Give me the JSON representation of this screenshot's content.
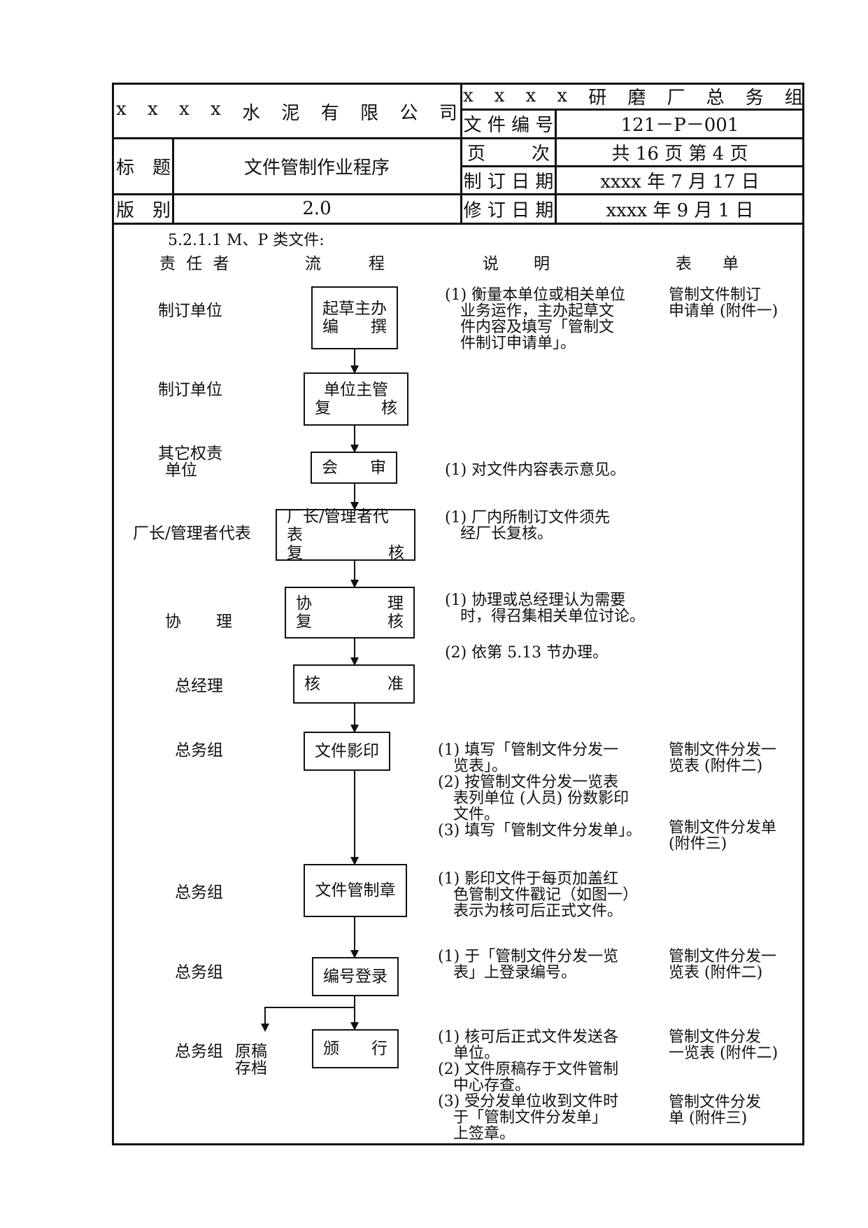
{
  "header": {
    "company": "x x x x 水 泥 有 限 公 司",
    "dept": [
      "x",
      "x",
      "x",
      "x",
      "研",
      "磨",
      "厂",
      "总",
      "务",
      "组"
    ],
    "doc_no_label": "文 件 编 号",
    "doc_no": "121－P－001",
    "title_label": "标　题",
    "title": "文件管制作业程序",
    "page_label": [
      "页",
      "次"
    ],
    "page_value": "共 16 页 第 4 页",
    "made_label": "制 订 日 期",
    "made_value": "xxxx 年 7 月 17 日",
    "version_label": "版　别",
    "version": "2.0",
    "revised_label": "修 订 日 期",
    "revised_value": "xxxx 年 9 月 1 日"
  },
  "section": "5.2.1.1 M、P 类文件:",
  "columns": {
    "responsible": "责 任 者",
    "flow": [
      "流",
      "程"
    ],
    "desc": [
      "说",
      "明"
    ],
    "form": [
      "表",
      "单"
    ]
  },
  "steps": [
    {
      "role": [
        "制订单位"
      ],
      "box": [
        [
          "起草主办"
        ],
        [
          "编",
          "撰"
        ]
      ],
      "desc": [
        "(1) 衡量本单位或相关单位",
        "业务运作，主办起草文",
        "件内容及填写「管制文",
        "件制订申请单」。"
      ],
      "form": [
        "管制文件制订",
        "申请单 (附件一)"
      ]
    },
    {
      "role": [
        "制订单位"
      ],
      "box": [
        [
          "单位主管"
        ],
        [
          "复",
          "核"
        ]
      ],
      "desc": [],
      "form": []
    },
    {
      "role": [
        "其它权责",
        "单位"
      ],
      "box": [
        [
          "会",
          "审"
        ]
      ],
      "desc": [
        "(1) 对文件内容表示意见。"
      ],
      "form": []
    },
    {
      "role": [
        "厂长/管理者代表"
      ],
      "box": [
        [
          "厂长/管理者代表"
        ],
        [
          "复",
          "核"
        ]
      ],
      "desc": [
        "(1) 厂内所制订文件须先",
        "经厂长复核。"
      ],
      "form": []
    },
    {
      "role": [
        "协",
        "理"
      ],
      "box": [
        [
          "协",
          "理"
        ],
        [
          "复",
          "核"
        ]
      ],
      "desc": [
        "(1) 协理或总经理认为需要",
        "时，得召集相关单位讨论。"
      ],
      "desc2": [
        "(2) 依第 5.13 节办理。"
      ],
      "form": []
    },
    {
      "role": [
        "总经理"
      ],
      "box": [
        [
          "核",
          "准"
        ]
      ],
      "desc": [],
      "form": []
    },
    {
      "role": [
        "总务组"
      ],
      "box": [
        [
          "文件影印"
        ]
      ],
      "desc": [
        "(1) 填写「管制文件分发一",
        "览表」。",
        "(2) 按管制文件分发一览表",
        "表列单位 (人员) 份数影印",
        "文件。",
        "(3) 填写「管制文件分发单」。"
      ],
      "form": [
        "管制文件分发一",
        "览表 (附件二)"
      ],
      "form2": [
        "管制文件分发单",
        "(附件三)"
      ]
    },
    {
      "role": [
        "总务组"
      ],
      "box": [
        [
          "文件管制章"
        ]
      ],
      "desc": [
        "(1) 影印文件于每页加盖红",
        "色管制文件戳记（如图一）",
        "表示为核可后正式文件。"
      ],
      "form": []
    },
    {
      "role": [
        "总务组"
      ],
      "box": [
        [
          "编号登录"
        ]
      ],
      "desc": [
        "(1) 于「管制文件分发一览",
        "表」上登录编号。"
      ],
      "form": [
        "管制文件分发一",
        "览表 (附件二)"
      ]
    },
    {
      "role": [
        "总务组"
      ],
      "side": [
        "原稿",
        "存档"
      ],
      "box": [
        [
          "颁",
          "行"
        ]
      ],
      "desc": [
        "(1) 核可后正式文件发送各",
        "单位。",
        "(2) 文件原稿存于文件管制",
        "中心存查。",
        "(3) 受分发单位收到文件时",
        "于「管制文件分发单」",
        "上签章。"
      ],
      "form": [
        "管制文件分发",
        "一览表 (附件二)"
      ],
      "form2": [
        "管制文件分发",
        "单 (附件三)"
      ]
    }
  ]
}
